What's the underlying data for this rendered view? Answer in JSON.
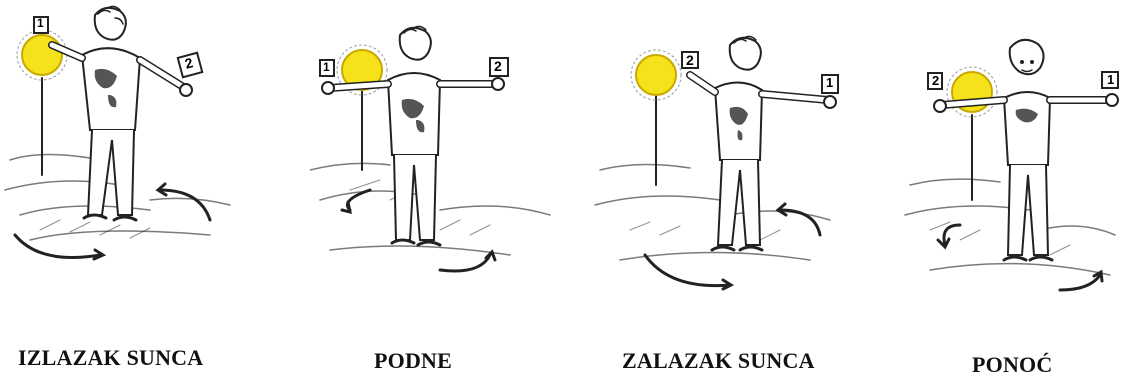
{
  "panels": [
    {
      "caption": "IZLAZAK SUNCA",
      "left_card": "1",
      "right_card": "2"
    },
    {
      "caption": "PODNE",
      "left_card": "1",
      "right_card": "2"
    },
    {
      "caption": "ZALAZAK SUNCA",
      "left_card": "2",
      "right_card": "1"
    },
    {
      "caption": "PONOĆ",
      "left_card": "2",
      "right_card": "1"
    }
  ],
  "colors": {
    "sun": "#f5e21a",
    "sun_outline": "#c9a900",
    "ink": "#222222"
  }
}
